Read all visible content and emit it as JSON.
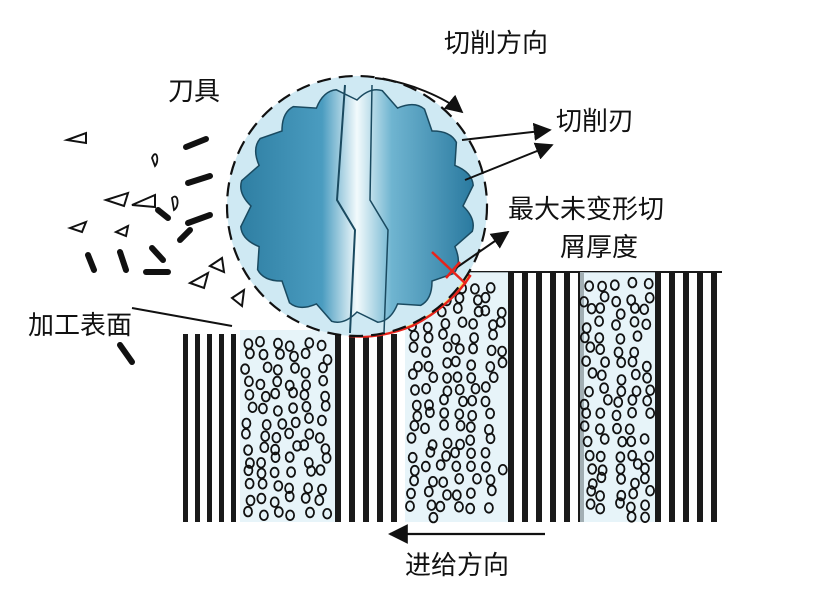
{
  "labels": {
    "cutting_direction": "切削方向",
    "tool": "刀具",
    "cutting_edge": "切削刃",
    "max_chip_thickness_line1": "最大未变形切",
    "max_chip_thickness_line2": "屑厚度",
    "machined_surface": "加工表面",
    "feed_direction": "进给方向"
  },
  "colors": {
    "tool_dark": "#2f7fa3",
    "tool_light": "#dff1f7",
    "halo": "#cfe9f3",
    "stripe": "#1a1a1a",
    "chip_red": "#e8231b",
    "chip_yellow": "#f6e36a"
  }
}
